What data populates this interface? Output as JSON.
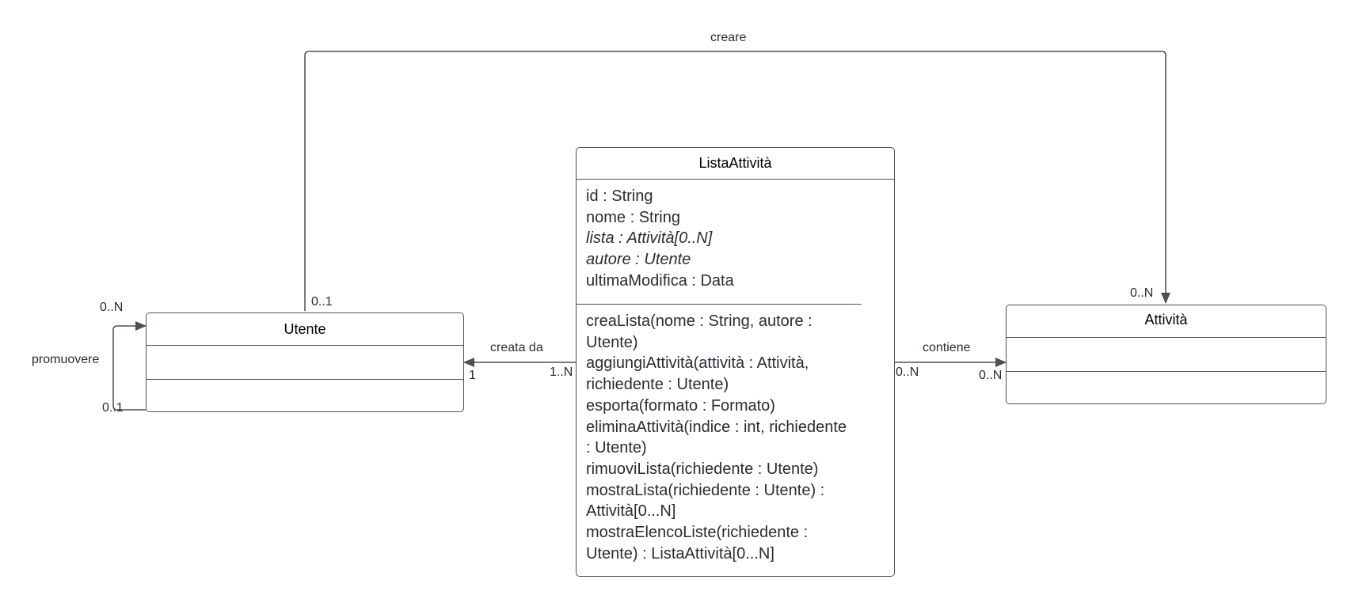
{
  "classes": {
    "utente": {
      "name": "Utente",
      "attributes": [],
      "operations": []
    },
    "lista": {
      "name": "ListaAttività",
      "attributes": [
        "id : String",
        "nome : String",
        "lista : Attività[0..N]",
        "autore : Utente",
        "ultimaModifica : Data"
      ],
      "italic_attributes": [
        "lista : Attività[0..N]",
        "autore : Utente"
      ],
      "operations": [
        "creaLista(nome : String, autore : Utente)",
        "aggiungiAttività(attività : Attività, richiedente : Utente)",
        "esporta(formato : Formato)",
        "eliminaAttività(indice : int, richiedente : Utente)",
        "rimuoviLista(richiedente : Utente)",
        "mostraLista(richiedente : Utente) : Attività[0...N]",
        "mostraElencoListe(richiedente : Utente) : ListaAttività[0...N]"
      ]
    },
    "attivita": {
      "name": "Attività",
      "attributes": [],
      "operations": []
    }
  },
  "associations": {
    "creare": {
      "label": "creare",
      "source_mult": "0..1",
      "target_mult": "0..N"
    },
    "promuovere": {
      "label": "promuovere",
      "top_mult": "0..N",
      "bottom_mult": "0..1"
    },
    "creata_da": {
      "label": "creata da",
      "utente_mult": "1",
      "lista_mult": "1..N"
    },
    "contiene": {
      "label": "contiene",
      "lista_mult": "0..N",
      "attivita_mult": "0..N"
    }
  },
  "colors": {
    "line": "#4b4f58",
    "text": "#282c33"
  }
}
